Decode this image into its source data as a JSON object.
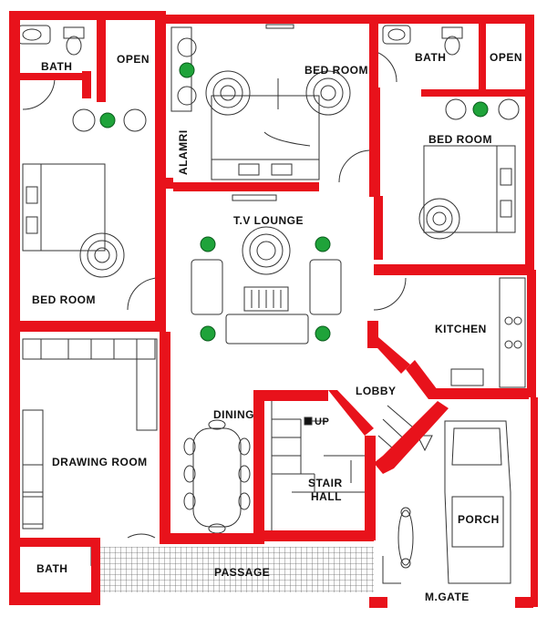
{
  "plan": {
    "rooms": {
      "bath_top_left": "BATH",
      "open_top_left": "OPEN",
      "bed_room_top_center": "BED ROOM",
      "bath_top_right": "BATH",
      "open_top_right": "OPEN",
      "alamri": "ALAMRI",
      "bed_room_right": "BED ROOM",
      "tv_lounge": "T.V LOUNGE",
      "bed_room_left": "BED ROOM",
      "kitchen": "KITCHEN",
      "lobby": "LOBBY",
      "dining": "DINING",
      "up": "UP",
      "drawing_room": "DRAWING ROOM",
      "stair_hall_line1": "STAIR",
      "stair_hall_line2": "HALL",
      "porch": "PORCH",
      "bath_bottom_left": "BATH",
      "passage": "PASSAGE",
      "main_gate": "M.GATE"
    },
    "colors": {
      "wall": "#e8121b",
      "line": "#333333",
      "plant": "#1fa33a",
      "background": "#ffffff"
    }
  }
}
